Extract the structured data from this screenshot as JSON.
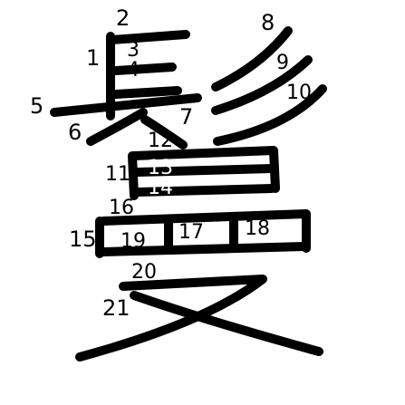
{
  "character": {
    "glyph": "鬘",
    "stroke_count": 21,
    "ink_color": "#000000",
    "background_color": "#ffffff"
  },
  "labels": {
    "n1": "1",
    "n2": "2",
    "n3": "3",
    "n4": "4",
    "n5": "5",
    "n6": "6",
    "n7": "7",
    "n8": "8",
    "n9": "9",
    "n10": "10",
    "n11": "11",
    "n12": "12",
    "n13": "13",
    "n14": "14",
    "n15": "15",
    "n16": "16",
    "n17": "17",
    "n18": "18",
    "n19": "19",
    "n20": "20",
    "n21": "21"
  }
}
